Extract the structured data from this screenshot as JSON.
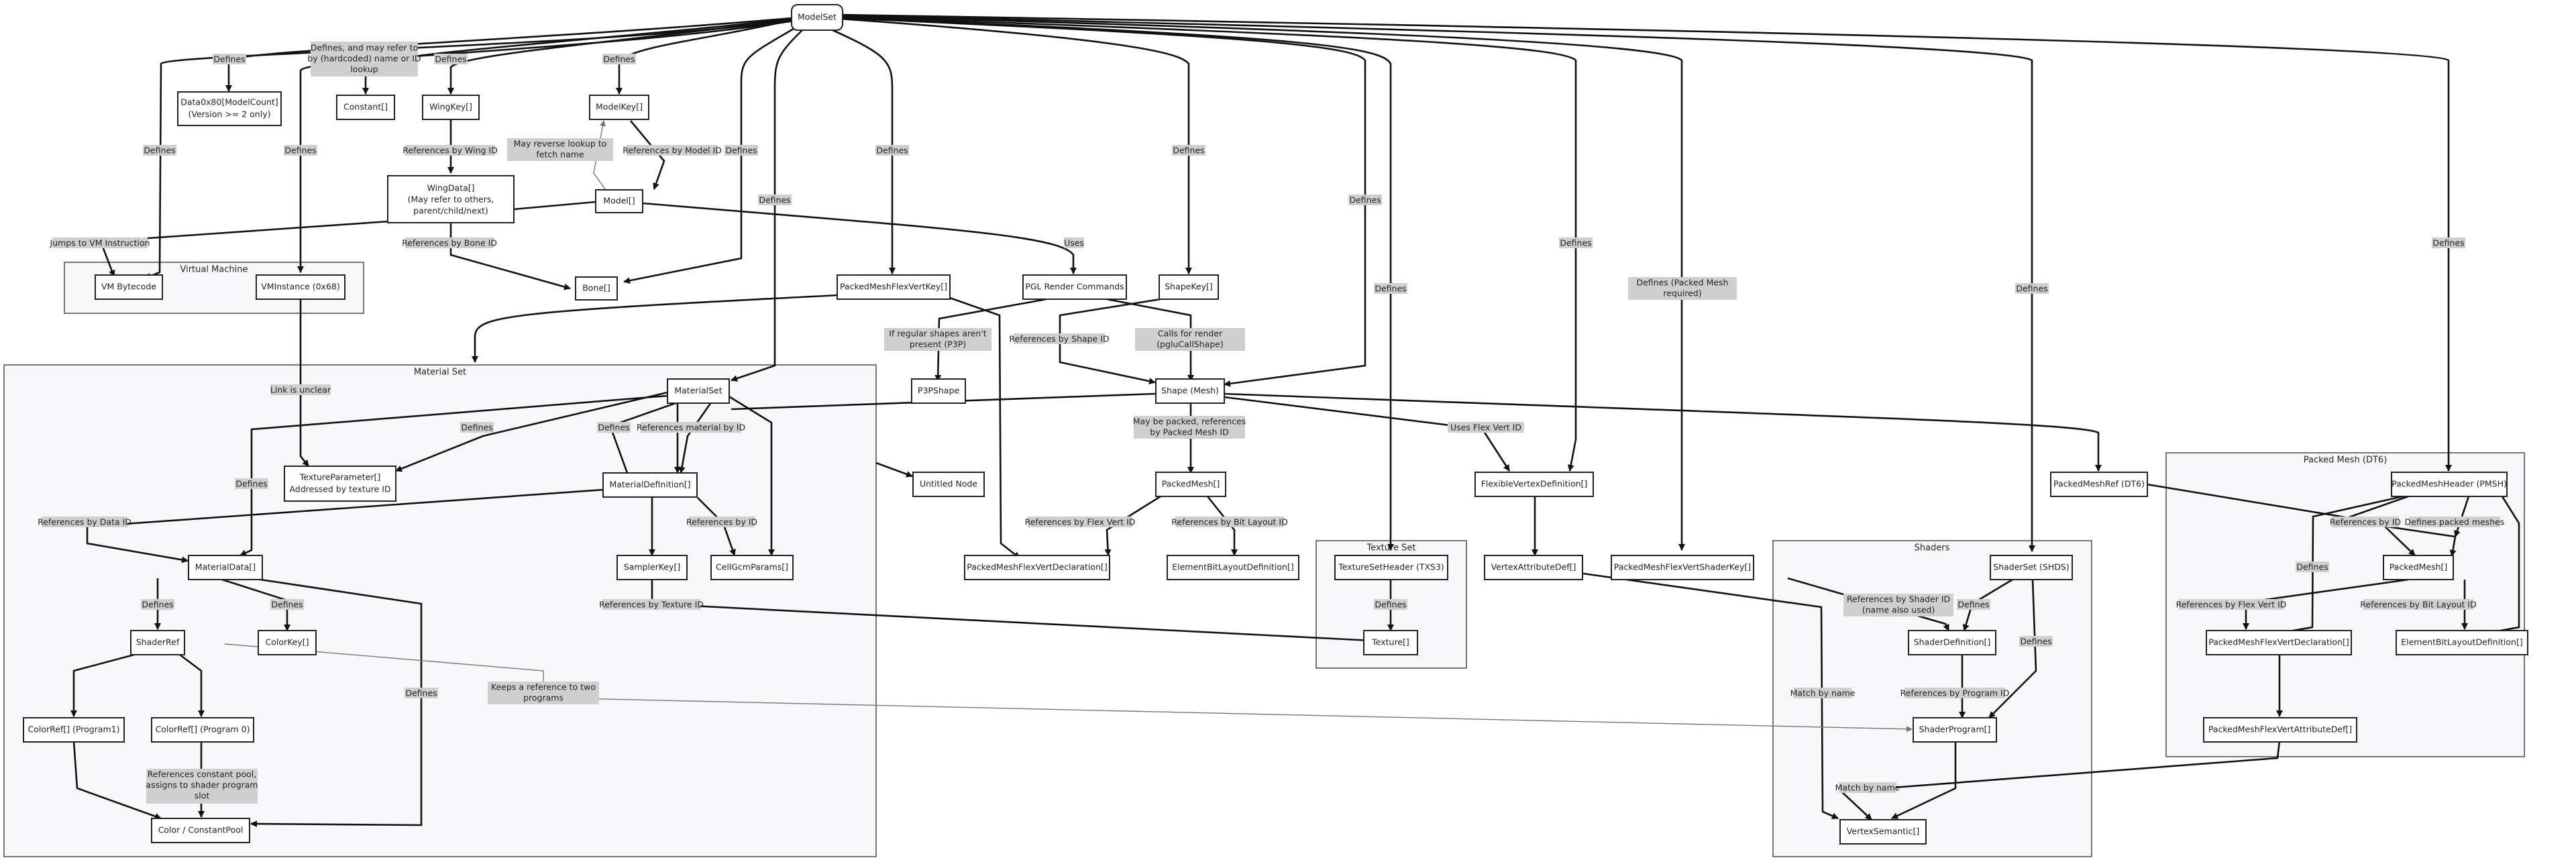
{
  "nodes": {
    "modelset": "ModelSet",
    "data0x80": [
      "Data0x80[ModelCount]",
      "(Version >= 2 only)"
    ],
    "constant": "Constant[]",
    "wingkey": "WingKey[]",
    "modelkey": "ModelKey[]",
    "wingdata": [
      "WingData[]",
      "(May refer to others,",
      "parent/child/next)"
    ],
    "model": "Model[]",
    "vm_bytecode": "VM Bytecode",
    "vm_instance": "VMInstance (0x68)",
    "bone": "Bone[]",
    "packed_mesh_flexvertkey": "PackedMeshFlexVertKey[]",
    "pgl_render": "PGL Render Commands",
    "shapekey": "ShapeKey[]",
    "p3pshape": "P3PShape",
    "shape_mesh": "Shape (Mesh)",
    "materialset": "MaterialSet",
    "texture_param": [
      "TextureParameter[]",
      "Addressed by texture ID"
    ],
    "material_definition": "MaterialDefinition[]",
    "untitled_node": "Untitled Node",
    "packedmesh_mid": "PackedMesh[]",
    "flexible_vertex_def": "FlexibleVertexDefinition[]",
    "packedmeshref": "PackedMeshRef (DT6)",
    "packedmeshheader": "PackedMeshHeader (PMSH)",
    "materialdata": "MaterialData[]",
    "samplerkey": "SamplerKey[]",
    "cellgcmparams": "CellGcmParams[]",
    "pm_flexvertdecl_mid": "PackedMeshFlexVertDeclaration[]",
    "element_bitlayout_mid": "ElementBitLayoutDefinition[]",
    "textureset_header": "TextureSetHeader (TXS3)",
    "vertex_attr_def": "VertexAttributeDef[]",
    "pm_flexvert_shaderkey": "PackedMeshFlexVertShaderKey[]",
    "shaderset": "ShaderSet (SHDS)",
    "packedmesh_right": "PackedMesh[]",
    "shaderref": "ShaderRef",
    "colorkey": "ColorKey[]",
    "texture": "Texture[]",
    "shaderdefinition": "ShaderDefinition[]",
    "pm_flexvertdecl_right": "PackedMeshFlexVertDeclaration[]",
    "element_bitlayout_right": "ElementBitLayoutDefinition[]",
    "colorref_program1": "ColorRef[] (Program1)",
    "colorref_program0": "ColorRef[] (Program 0)",
    "shaderprogram": "ShaderProgram[]",
    "pm_flexvert_attrdef": "PackedMeshFlexVertAttributeDef[]",
    "color_constantpool": "Color / ConstantPool",
    "vertexsemantic": "VertexSemantic[]"
  },
  "clusters": {
    "virtual_machine": "Virtual Machine",
    "material_set": "Material Set",
    "texture_set": "Texture Set",
    "shaders": "Shaders",
    "packed_mesh": "Packed Mesh (DT6)"
  },
  "edge_labels": {
    "defines_data0x80": "Defines",
    "may_refer": [
      "Defines, and may refer to",
      "by (hardcoded) name or ID",
      "lookup"
    ],
    "defines_wingkey": "Defines",
    "defines_modelkey": "Defines",
    "defines_vm": "Defines",
    "defines_vminstance": "Defines",
    "defines_bone": "Defines",
    "defines_materialset": "Defines",
    "defines_pmfvk": "Defines",
    "defines_shapekey": "Defines",
    "defines_shape": "Defines",
    "defines_textureset": "Defines",
    "defines_flexvertdef": "Defines",
    "defines_packedmesh": [
      "Defines (Packed Mesh",
      "required)"
    ],
    "defines_shaderset": "Defines",
    "defines_pmsh": "Defines",
    "refs_wing_id": "References by Wing ID",
    "may_reverse": [
      "May reverse lookup to",
      "fetch name"
    ],
    "refs_model_id": "References by Model ID",
    "refs_bone_id": "References by Bone ID",
    "uses": "Uses",
    "jumps_vm": "Jumps to VM Instruction",
    "link_unclear": "Link is unclear",
    "if_regular": [
      "If regular shapes aren't",
      "present (P3P)"
    ],
    "refs_shape_id": "References by Shape ID",
    "calls_render": [
      "Calls for render",
      "(pgluCallShape)"
    ],
    "may_be_packed": [
      "May be packed, references",
      "by Packed Mesh ID"
    ],
    "uses_flexvert_id": "Uses Flex Vert ID",
    "defines_texparam": "Defines",
    "defines_matdef": "Defines",
    "refs_material_id": "References material by ID",
    "defines_matdata": "Defines",
    "refs_data_id": "References by Data ID",
    "refs_by_id": "References by ID",
    "refs_flexvert_id_mid": "References by Flex Vert ID",
    "refs_bitlayout_mid": "References by Bit Layout ID",
    "refs_texture_id": "References by Texture ID",
    "defines_shaderref": "Defines",
    "defines_colorkey": "Defines",
    "defines_colorpool": "Defines",
    "keeps_ref": [
      "Keeps a reference to two",
      "programs"
    ],
    "refs_constant_pool": [
      "References constant pool,",
      "assigns to shader program",
      "slot"
    ],
    "defines_texture": "Defines",
    "refs_shader_id": [
      "References by Shader ID",
      "(name also used)"
    ],
    "defines_shaderdef": "Defines",
    "defines_shaderprog": "Defines",
    "refs_program_id": "References by Program ID",
    "match_by_name1": "Match by name",
    "match_by_name2": "Match by name",
    "refs_id_right": "References by ID",
    "defines_packed_meshes": "Defines packed meshes",
    "defines_pmfvd_right": "Defines",
    "refs_flexvert_id_right": "References by Flex Vert ID",
    "refs_bitlayout_right": "References by Bit Layout ID"
  }
}
